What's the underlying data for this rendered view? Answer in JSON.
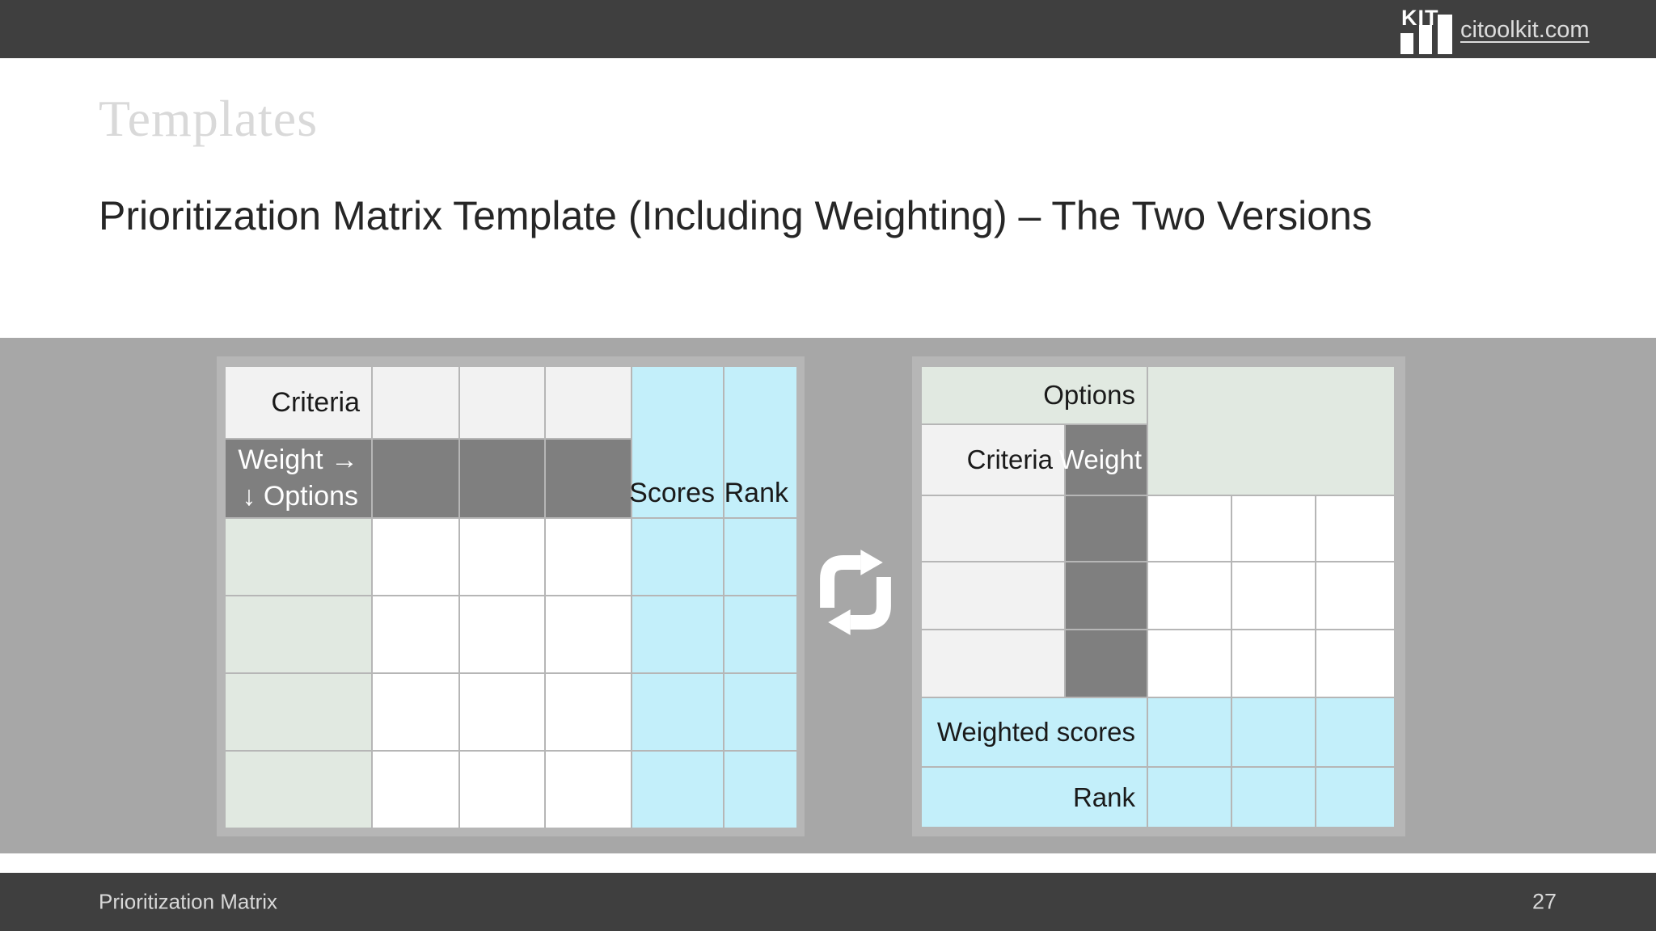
{
  "header": {
    "logo_text": "KIT",
    "website": "citoolkit.com"
  },
  "slide": {
    "eyebrow_title": "Templates",
    "title": "Prioritization Matrix Template (Including Weighting) – The Two Versions"
  },
  "left_matrix": {
    "criteria_label": "Criteria",
    "weight_label": "Weight",
    "weight_arrow": "→",
    "options_arrow": "↓",
    "options_label": "Options",
    "scores_label": "Scores",
    "rank_label": "Rank",
    "criteria_columns": 3,
    "option_rows": 4
  },
  "right_matrix": {
    "options_label": "Options",
    "criteria_label": "Criteria",
    "weight_label": "Weight",
    "weighted_scores_label": "Weighted scores",
    "rank_label": "Rank",
    "option_columns": 3,
    "criteria_rows": 3
  },
  "center_icon": "sync-cycle-arrows",
  "footer": {
    "title": "Prioritization Matrix",
    "page_number": "27"
  },
  "colors": {
    "top_bar": "#3f3f3f",
    "band_gray": "#a7a7a7",
    "card_gray": "#b6b6b6",
    "cell_light_gray": "#f2f2f2",
    "cell_dark_gray": "#7f7f7f",
    "cell_green": "#e1e9e1",
    "cell_cyan": "#c3effa",
    "cell_white": "#ffffff",
    "title_light_gray": "#d9d9d9",
    "text_dark": "#262626"
  }
}
